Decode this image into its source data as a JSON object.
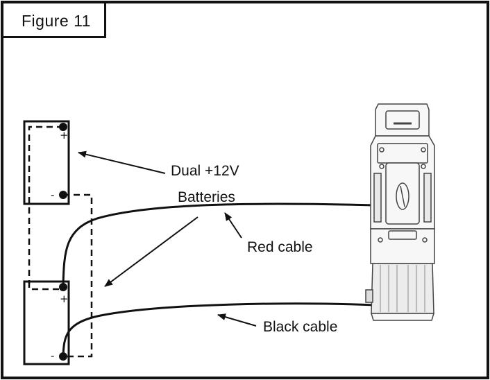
{
  "figure": {
    "title": "Figure 11"
  },
  "labels": {
    "batteries_line1": "Dual +12V",
    "batteries_line2": "Batteries",
    "red_cable": "Red cable",
    "black_cable": "Black cable"
  },
  "terminals": {
    "positive": "+",
    "negative": "-"
  },
  "colors": {
    "line": "#111111",
    "background": "#ffffff",
    "winch_fill": "#f7f7f7",
    "winch_stroke": "#444444"
  }
}
